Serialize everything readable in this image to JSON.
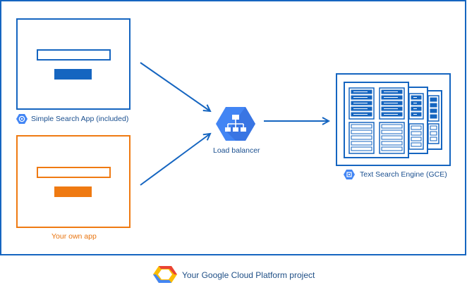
{
  "labels": {
    "simple_search_app": "Simple Search App (included)",
    "your_own_app": "Your own app",
    "load_balancer": "Load balancer",
    "text_search_engine": "Text Search Engine (GCE)",
    "project": "Your Google Cloud Platform project"
  },
  "icons": {
    "simple_search_app": "app-engine-icon",
    "load_balancer": "load-balancer-icon",
    "text_search_engine": "compute-engine-icon",
    "project": "google-cloud-platform-logo"
  },
  "colors": {
    "blue": "#1565c0",
    "dark_blue": "#1a4f8f",
    "orange": "#ef7a12",
    "gcp_blue": "#4285f4",
    "gcp_red": "#ea4335",
    "gcp_yellow": "#fbbc05"
  }
}
